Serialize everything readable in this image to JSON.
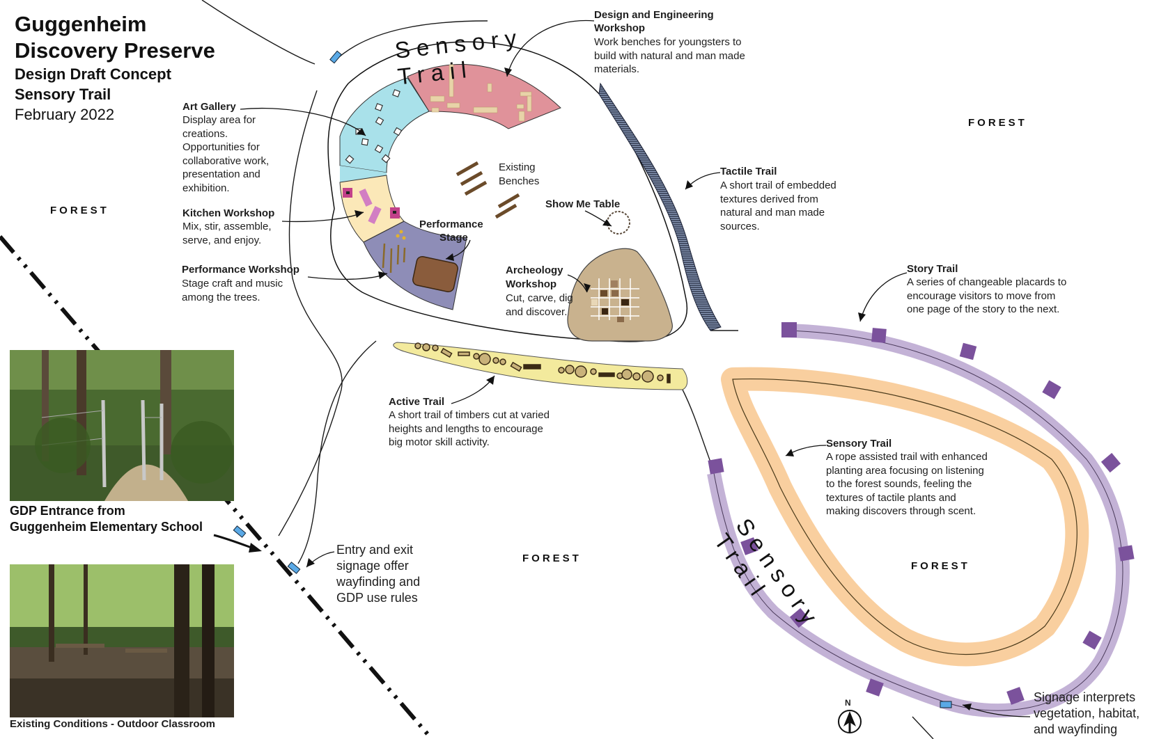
{
  "header": {
    "title_line1": "Guggenheim",
    "title_line2": "Discovery Preserve",
    "subtitle_line1": "Design Draft Concept",
    "subtitle_line2": "Sensory Trail",
    "date": "February 2022"
  },
  "forest_label": "FOREST",
  "trail_labels": {
    "upper_sensory_trail": "Sensory Trail",
    "lower_sensory_trail": "Sensory Trail"
  },
  "callouts": {
    "design_workshop": {
      "title_line1": "Design and Engineering",
      "title_line2": "Workshop",
      "text": "Work benches for youngsters to\nbuild with natural and man made\nmaterials."
    },
    "art_gallery": {
      "title": "Art Gallery",
      "text": "Display area for\ncreations.\nOpportunities for\ncollaborative work,\npresentation and\nexhibition."
    },
    "kitchen_workshop": {
      "title": "Kitchen Workshop",
      "text": "Mix, stir, assemble,\nserve, and enjoy."
    },
    "performance_workshop": {
      "title": "Performance Workshop",
      "text": "Stage craft and music\namong the trees."
    },
    "existing_benches": {
      "text": "Existing\nBenches"
    },
    "performance_stage": {
      "title_line1": "Performance",
      "title_line2": "Stage"
    },
    "show_me_table": {
      "title": "Show Me Table"
    },
    "archeology_workshop": {
      "title_line1": "Archeology",
      "title_line2": "Workshop",
      "text": "Cut, carve, dig\nand discover."
    },
    "tactile_trail": {
      "title": "Tactile Trail",
      "text": "A short trail of embedded\ntextures derived from\nnatural and man made\nsources."
    },
    "story_trail": {
      "title": "Story Trail",
      "text": "A series of changeable placards to\nencourage visitors to move from\none page of the story to the next."
    },
    "active_trail": {
      "title": "Active Trail",
      "text": "A short trail of timbers cut at varied\nheights and lengths to encourage\nbig motor skill activity."
    },
    "sensory_trail": {
      "title": "Sensory Trail",
      "text": "A rope assisted trail with enhanced\nplanting area focusing on listening\nto the forest sounds, feeling the\ntextures of tactile plants and\nmaking discovers through scent."
    },
    "entry_signage": {
      "text": "Entry and exit\nsignage offer\nwayfinding and\nGDP use rules"
    },
    "signage_interprets": {
      "text": "Signage interprets\nvegetation, habitat,\nand wayfinding"
    }
  },
  "photos": {
    "entrance_caption": "GDP Entrance from\nGuggenheim Elementary School",
    "classroom_caption": "Existing Conditions - Outdoor Classroom"
  },
  "north_label": "N",
  "colors": {
    "art_gallery": "#a9e1ea",
    "design_workshop": "#e0929a",
    "kitchen_workshop": "#fbe8b8",
    "performance_workshop": "#8e8db7",
    "archeology": "#c9b28e",
    "story_trail": "#c3b2d6",
    "story_markers": "#7b529c",
    "sensory_band": "#f9cf9f",
    "active_trail": "#f3ea9d",
    "tactile_trail": "#5b6b8e"
  }
}
